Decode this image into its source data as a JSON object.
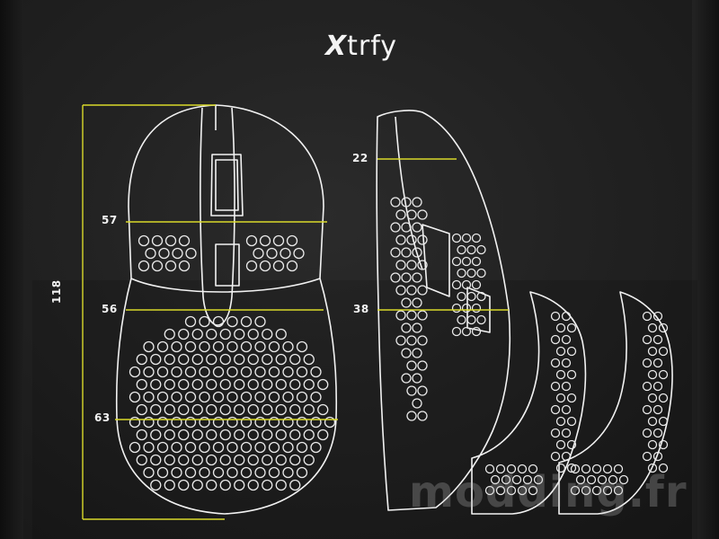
{
  "brand": {
    "prefix": "X",
    "rest": "trfy"
  },
  "dimensions": {
    "length": "118",
    "front_width": "57",
    "mid_width": "56",
    "rear_width": "63",
    "front_height": "22",
    "rear_height": "38"
  },
  "watermark": "modding.fr",
  "colors": {
    "background": "#222222",
    "outline": "#f2f2f2",
    "measure_line": "#d9d92a"
  }
}
